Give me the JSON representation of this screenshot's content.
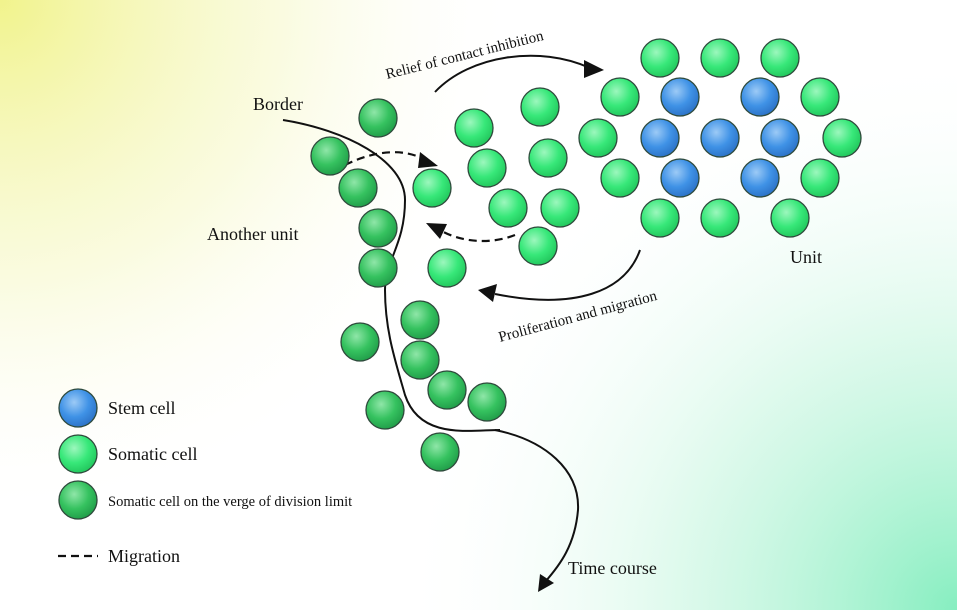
{
  "labels": {
    "border": "Border",
    "another_unit": "Another unit",
    "unit": "Unit",
    "relief": "Relief of contact inhibition",
    "proliferation": "Proliferation and migration",
    "time_course": "Time course"
  },
  "legend": {
    "stem": "Stem cell",
    "somatic": "Somatic cell",
    "verge": "Somatic cell on the verge of division limit",
    "migration": "Migration"
  },
  "colors": {
    "stem": "#3f92e6",
    "somatic": "#37e879",
    "verge": "#2fbf5e",
    "outline": "#2f4a3c",
    "line": "#111111",
    "corner_yellow": "#f3f59a",
    "corner_green": "#8ff0c2"
  },
  "icons": {
    "arrowhead": "arrowhead-icon"
  }
}
